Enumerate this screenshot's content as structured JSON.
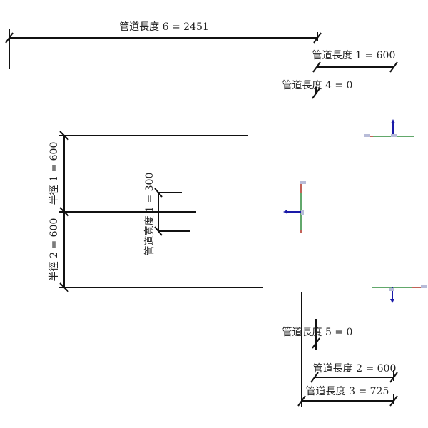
{
  "dimensions": {
    "length6": "管道長度 6 = 2451",
    "length1": "管道長度 1 = 600",
    "length4": "管道長度 4 = 0",
    "length5": "管道長度 5 = 0",
    "length2": "管道長度 2 = 600",
    "length3": "管道長度 3 = 725",
    "radius1": "半徑 1 = 600",
    "radius2": "半徑 2 = 600",
    "width1": "管道寬度 1 = 300"
  },
  "colors": {
    "connector_line": "#2e8b3a",
    "connector_end": "#d04040",
    "connector_arrow": "#1a1aa8"
  }
}
